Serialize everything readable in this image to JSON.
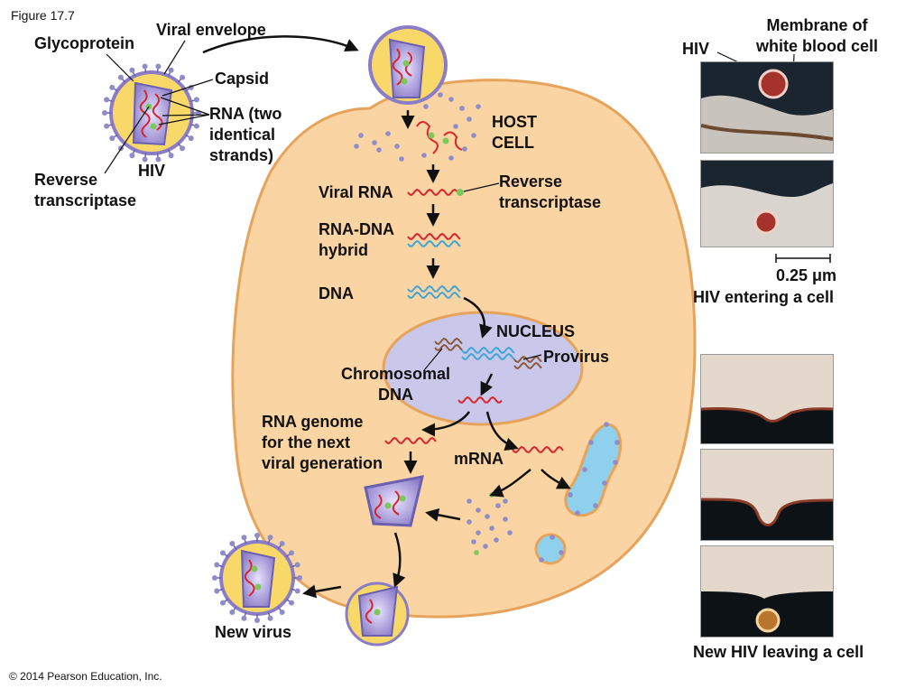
{
  "figure_label": "Figure 17.7",
  "copyright": "© 2014 Pearson Education, Inc.",
  "virion_labels": {
    "glycoprotein": "Glycoprotein",
    "viral_envelope": "Viral envelope",
    "capsid": "Capsid",
    "rna": "RNA (two\nidentical\nstrands)",
    "hiv": "HIV",
    "reverse_transcriptase": "Reverse\ntranscriptase"
  },
  "cell_labels": {
    "host_cell": "HOST\nCELL",
    "viral_rna": "Viral RNA",
    "reverse_transcriptase": "Reverse\ntranscriptase",
    "rna_dna_hybrid": "RNA-DNA\nhybrid",
    "dna": "DNA",
    "nucleus": "NUCLEUS",
    "provirus": "Provirus",
    "chromosomal_dna": "Chromosomal\nDNA",
    "rna_genome": "RNA genome\nfor the next\nviral generation",
    "mrna": "mRNA",
    "new_virus": "New virus"
  },
  "micrograph_labels": {
    "hiv": "HIV",
    "membrane": "Membrane of\nwhite blood cell",
    "scale": "0.25 μm",
    "entering_caption": "HIV entering a cell",
    "leaving_caption": "New HIV leaving a cell"
  },
  "colors": {
    "cell_fill": "#fbd4a3",
    "cell_stroke": "#e6a35c",
    "nucleus_fill": "#c9c7ea",
    "virion_core": "#f9d86a",
    "capsid_fill": "#9c8fd0",
    "rna_red": "#d8242c",
    "dna_blue": "#3fa6d6",
    "enzyme_green": "#7cc95a",
    "protein_purple": "#8f8cc8",
    "vesicle_blue": "#8fd0ec"
  }
}
